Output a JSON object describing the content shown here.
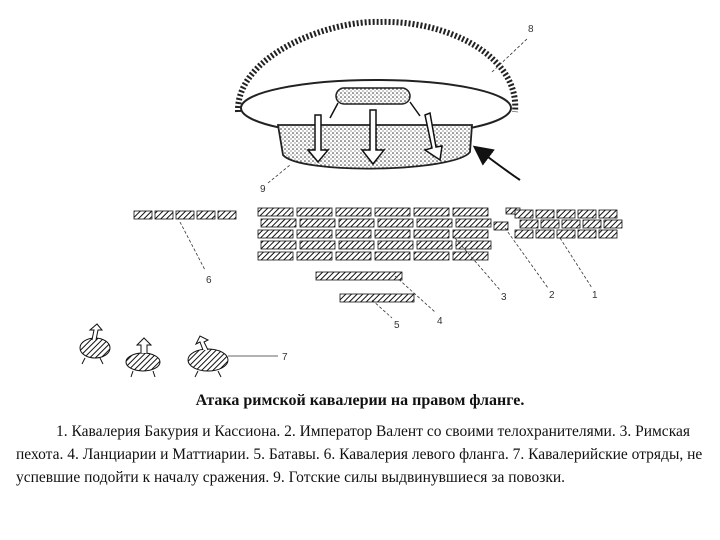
{
  "diagram": {
    "labels": {
      "l1": "1",
      "l2": "2",
      "l3": "3",
      "l4": "4",
      "l5": "5",
      "l6": "6",
      "l7": "7",
      "l8": "8",
      "l9": "9"
    }
  },
  "caption": {
    "title": "Атака римской кавалерии на правом фланге.",
    "body": "1. Кавалерия Бакурия и Кассиона. 2. Император Валент со своими телохранителями. 3. Римская пехота. 4. Ланциарии и Маттиарии. 5. Батавы. 6. Кавалерия левого фланга. 7. Кавалерийские отряды, не успевшие подойти к началу сражения. 9. Готские силы выдвинувшиеся за повозки."
  }
}
